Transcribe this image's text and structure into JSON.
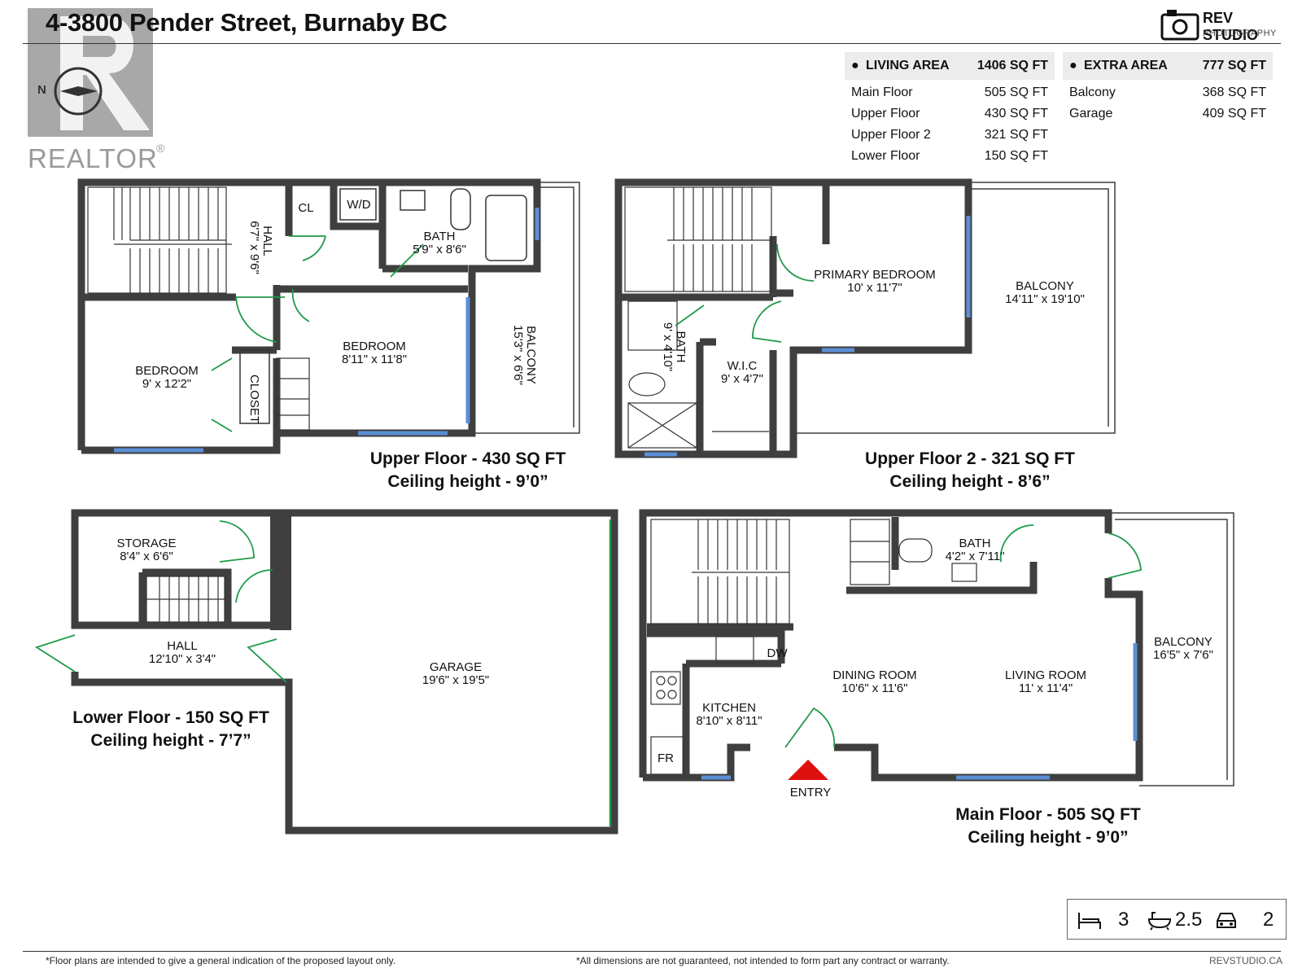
{
  "header": {
    "title": "4-3800 Pender Street, Burnaby BC",
    "brand_name": "REV STUDIO",
    "brand_sub": "PHOTOGRAPHY"
  },
  "watermark": {
    "word": "REALTOR",
    "reg": "®",
    "compass": "N"
  },
  "area_summary": {
    "living": {
      "label": "LIVING AREA",
      "total": "1406 SQ FT",
      "rows": [
        {
          "name": "Main Floor",
          "value": "505 SQ FT"
        },
        {
          "name": "Upper Floor",
          "value": "430 SQ FT"
        },
        {
          "name": "Upper Floor 2",
          "value": "321 SQ FT"
        },
        {
          "name": "Lower Floor",
          "value": "150 SQ FT"
        }
      ]
    },
    "extra": {
      "label": "EXTRA AREA",
      "total": "777 SQ FT",
      "rows": [
        {
          "name": "Balcony",
          "value": "368 SQ FT"
        },
        {
          "name": "Garage",
          "value": "409 SQ FT"
        }
      ]
    }
  },
  "floors": {
    "upper": {
      "caption_1": "Upper Floor - 430 SQ FT",
      "caption_2": "Ceiling height - 9’0”",
      "rooms": {
        "cl": "CL",
        "wd": "W/D",
        "bath": "BATH",
        "bath_dim": "5'9\" x 8'6\"",
        "hall": "HALL",
        "hall_dim": "6'7\" x 9'6\"",
        "bedroom1": "BEDROOM",
        "bedroom1_dim": "9' x 12'2\"",
        "bedroom2": "BEDROOM",
        "bedroom2_dim": "8'11\" x 11'8\"",
        "closet": "CLOSET",
        "balcony": "BALCONY",
        "balcony_dim": "15'3\" x 6'6\""
      }
    },
    "upper2": {
      "caption_1": "Upper Floor 2 - 321 SQ FT",
      "caption_2": "Ceiling height - 8’6”",
      "rooms": {
        "primary": "PRIMARY BEDROOM",
        "primary_dim": "10' x 11'7\"",
        "balcony": "BALCONY",
        "balcony_dim": "14'11\" x 19'10\"",
        "bath": "BATH",
        "bath_dim": "9' x 4'10\"",
        "wic": "W.I.C",
        "wic_dim": "9' x 4'7\""
      }
    },
    "lower": {
      "caption_1": "Lower Floor - 150 SQ FT",
      "caption_2": "Ceiling height - 7’7”",
      "rooms": {
        "storage": "STORAGE",
        "storage_dim": "8'4\" x 6'6\"",
        "hall": "HALL",
        "hall_dim": "12'10\" x 3'4\"",
        "garage": "GARAGE",
        "garage_dim": "19'6\" x 19'5\""
      }
    },
    "main": {
      "caption_1": "Main Floor - 505 SQ FT",
      "caption_2": "Ceiling height - 9’0”",
      "rooms": {
        "bath": "BATH",
        "bath_dim": "4'2\" x 7'11\"",
        "dw": "DW",
        "dining": "DINING ROOM",
        "dining_dim": "10'6\" x 11'6\"",
        "living": "LIVING ROOM",
        "living_dim": "11' x 11'4\"",
        "balcony": "BALCONY",
        "balcony_dim": "16'5\" x 7'6\"",
        "kitchen": "KITCHEN",
        "kitchen_dim": "8'10\" x 8'11\"",
        "fr": "FR",
        "entry": "ENTRY"
      }
    }
  },
  "stats": {
    "beds": "3",
    "baths": "2.5",
    "parking": "2"
  },
  "footer": {
    "note_left": "*Floor plans are intended to give a general indication of the proposed layout only.",
    "note_mid": "*All dimensions are not guaranteed, not intended to form part any contract or warranty.",
    "site": "REVSTUDIO.CA"
  },
  "colors": {
    "wall": "#3f3f3f",
    "window": "#5b8fd6",
    "door": "#1f9a4a",
    "entry": "#e01010",
    "summary_bg": "#ececec"
  }
}
